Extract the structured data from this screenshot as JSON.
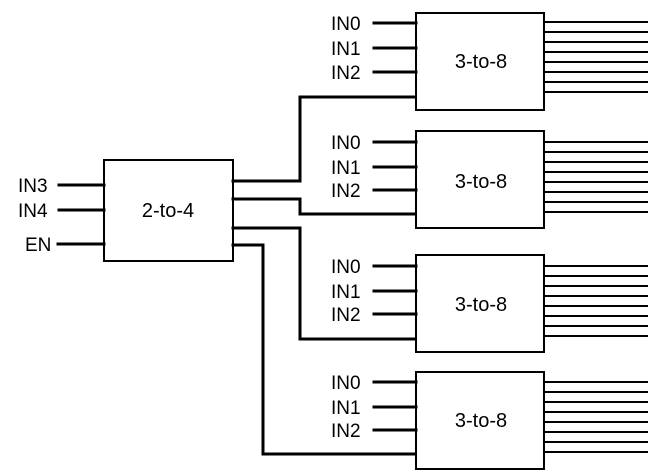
{
  "decoder_2to4": {
    "label": "2-to-4",
    "inputs": [
      "IN3",
      "IN4",
      "EN"
    ]
  },
  "decoders_3to8": [
    {
      "label": "3-to-8",
      "inputs": [
        "IN0",
        "IN1",
        "IN2"
      ]
    },
    {
      "label": "3-to-8",
      "inputs": [
        "IN0",
        "IN1",
        "IN2"
      ]
    },
    {
      "label": "3-to-8",
      "inputs": [
        "IN0",
        "IN1",
        "IN2"
      ]
    },
    {
      "label": "3-to-8",
      "inputs": [
        "IN0",
        "IN1",
        "IN2"
      ]
    }
  ]
}
